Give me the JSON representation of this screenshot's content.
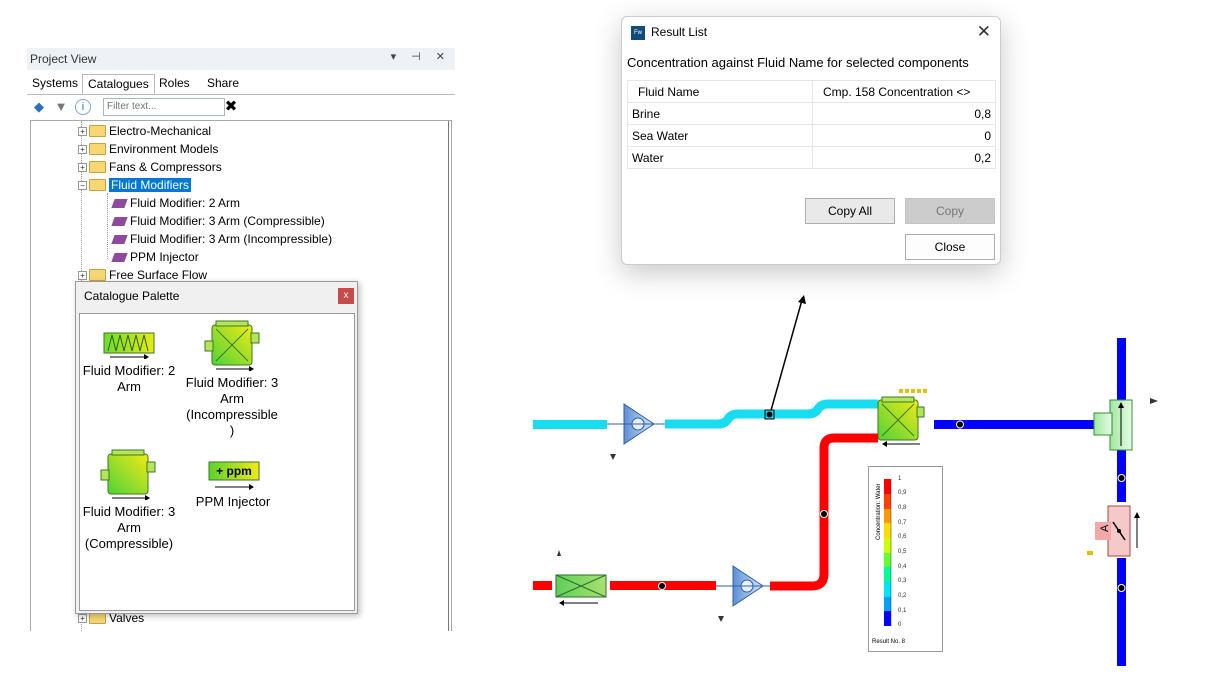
{
  "project_view": {
    "title": "Project View",
    "tabs": [
      "Systems",
      "Catalogues",
      "Roles",
      "Share"
    ],
    "active_tab": "Catalogues",
    "filter_placeholder": "Filter text...",
    "tree": {
      "folders": [
        "Electro-Mechanical",
        "Environment Models",
        "Fans & Compressors",
        "Fluid Modifiers",
        "Free Surface Flow",
        "Valves"
      ],
      "selected": "Fluid Modifiers",
      "children": [
        "Fluid Modifier: 2 Arm",
        "Fluid Modifier: 3 Arm (Compressible)",
        "Fluid Modifier: 3 Arm (Incompressible)",
        "PPM Injector"
      ]
    }
  },
  "catalogue_palette": {
    "title": "Catalogue Palette",
    "close": "x",
    "items": [
      {
        "label_lines": [
          "Fluid Modifier: 2",
          "Arm"
        ]
      },
      {
        "label_lines": [
          "Fluid Modifier: 3",
          "Arm",
          "(Incompressible",
          ")"
        ]
      },
      {
        "label_lines": [
          "Fluid Modifier: 3",
          "Arm",
          "(Compressible)"
        ]
      },
      {
        "label_lines": [
          "PPM Injector"
        ]
      }
    ],
    "ppm_icon_text": "+ ppm"
  },
  "result_list": {
    "title": "Result List",
    "icon_text": "Fw",
    "description": "Concentration against Fluid Name for selected components",
    "columns": [
      "Fluid Name",
      "Cmp. 158 Concentration <>"
    ],
    "rows": [
      {
        "name": "Brine",
        "value": "0,8"
      },
      {
        "name": "Sea Water",
        "value": "0"
      },
      {
        "name": "Water",
        "value": "0,2"
      }
    ],
    "buttons": {
      "copy_all": "Copy All",
      "copy": "Copy",
      "close": "Close"
    }
  },
  "legend": {
    "axis_label": "Concentration: Water",
    "ticks": [
      "1",
      "0,9",
      "0,8",
      "0,7",
      "0,6",
      "0,5",
      "0,4",
      "0,3",
      "0,2",
      "0,1",
      "0"
    ],
    "footer": "Result No. 8",
    "colors": [
      "#ff0000",
      "#ff4000",
      "#ff9900",
      "#ffdd00",
      "#ccff00",
      "#66ff33",
      "#00ff99",
      "#00e5ff",
      "#00a0ff",
      "#0050ff",
      "#0000ff"
    ]
  },
  "diagram": {
    "valve_label": "A",
    "pipe_colors": {
      "cyan": "#18dcf0",
      "red": "#ff0000",
      "blue": "#0000ff"
    }
  }
}
